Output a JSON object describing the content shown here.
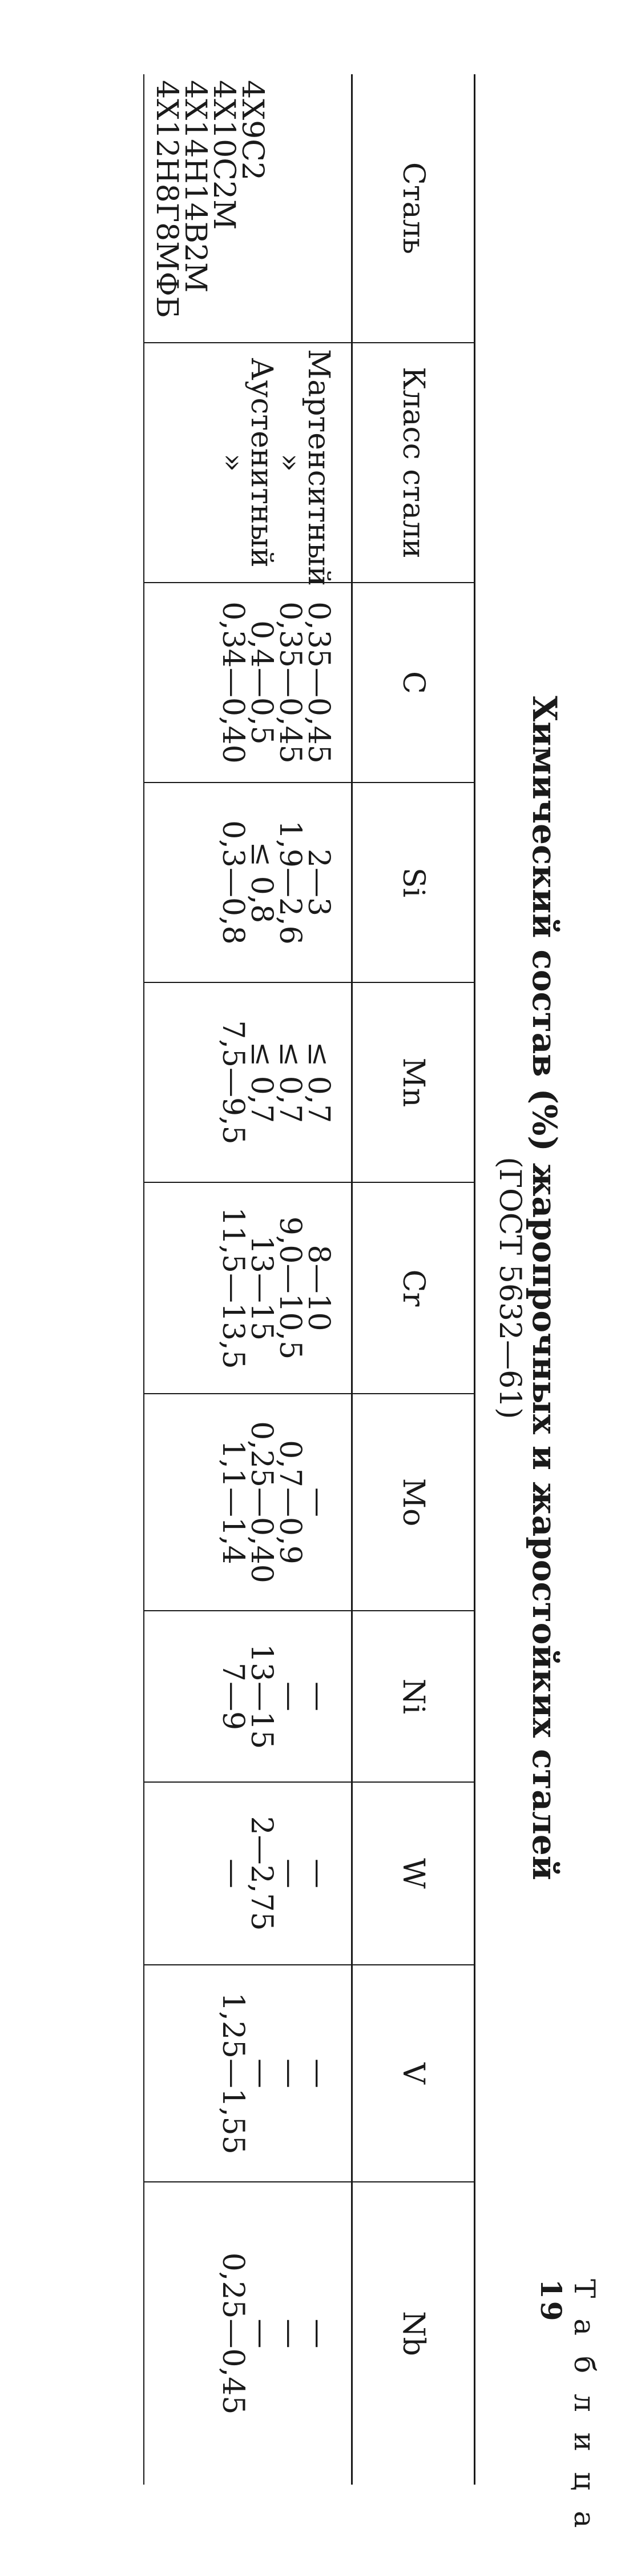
{
  "table_number": "Т а б л и ц а",
  "table_number_value": "19",
  "title": "Химический состав (%) жаропрочных и жаростойких сталей",
  "subtitle": "(ГОСТ 5632—61)",
  "columns": [
    "Сталь",
    "Класс стали",
    "C",
    "Si",
    "Mn",
    "Cr",
    "Mo",
    "Ni",
    "W",
    "V",
    "Nb"
  ],
  "steels": [
    "4Х9С2",
    "4Х10С2М",
    "4Х14Н14В2М",
    "4Х12Н8Г8МФБ"
  ],
  "steel_class": [
    "Мартенситный",
    "»",
    "Аустенитный",
    "»"
  ],
  "C": [
    "0,35—0,45",
    "0,35—0,45",
    "0,4—0,5",
    "0,34—0,40"
  ],
  "Si": [
    "2—3",
    "1,9—2,6",
    "≤ 0,8",
    "0,3—0,8"
  ],
  "Mn": [
    "≤ 0,7",
    "≤ 0,7",
    "≤ 0,7",
    "7,5—9,5"
  ],
  "Cr": [
    "8—10",
    "9,0—10,5",
    "13—15",
    "11,5—13,5"
  ],
  "Mo": [
    "—",
    "0,7—0,9",
    "0,25—0,40",
    "1,1—1,4"
  ],
  "Ni": [
    "—",
    "—",
    "13—15",
    "7—9"
  ],
  "W": [
    "—",
    "—",
    "2—2,75",
    "—"
  ],
  "V": [
    "—",
    "—",
    "—",
    "1,25—1,55"
  ],
  "Nb": [
    "—",
    "—",
    "—",
    "0,25—0,45"
  ]
}
